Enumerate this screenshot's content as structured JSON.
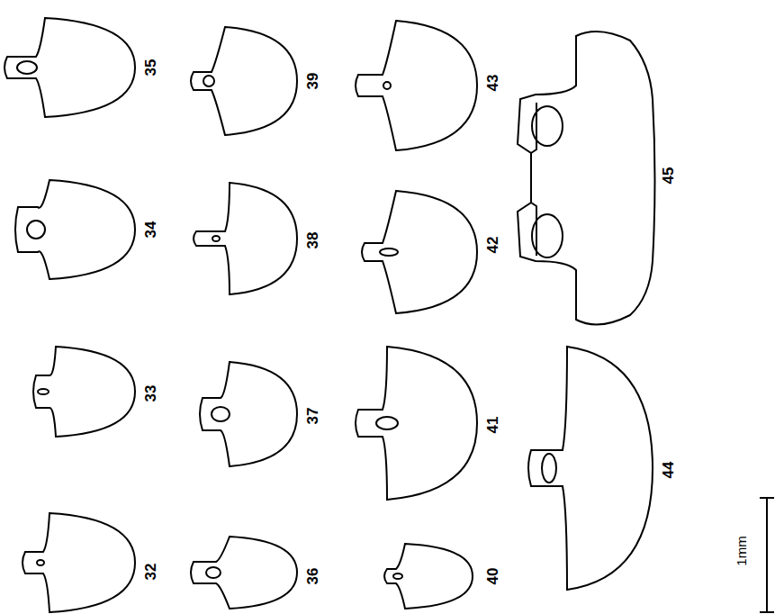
{
  "diagram": {
    "labels": [
      "35",
      "34",
      "33",
      "32",
      "39",
      "38",
      "37",
      "36",
      "43",
      "42",
      "41",
      "40",
      "45",
      "44",
      "1mm"
    ]
  }
}
